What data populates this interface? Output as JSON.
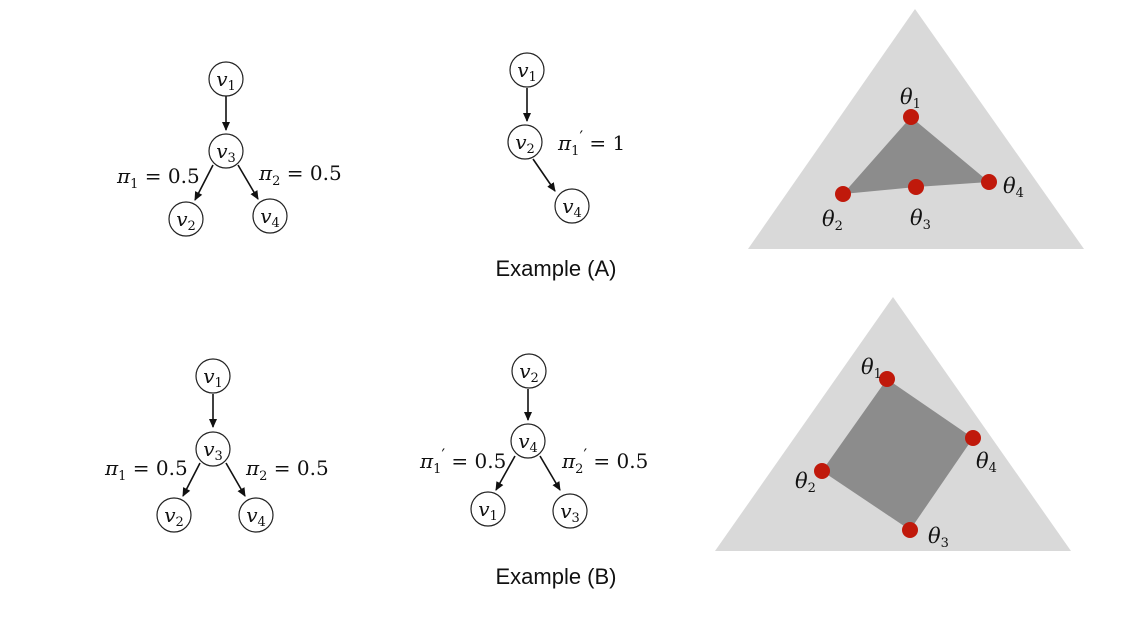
{
  "colors": {
    "triangle": "#d9d9d9",
    "polygon": "#8c8c8c",
    "point": "#c0190b"
  },
  "example_a": {
    "caption": "Example (A)",
    "tree1": {
      "root": {
        "sym": "v",
        "sub": "1"
      },
      "mid": {
        "sym": "v",
        "sub": "3"
      },
      "left": {
        "sym": "v",
        "sub": "2"
      },
      "right": {
        "sym": "v",
        "sub": "4"
      },
      "left_weight": {
        "sym": "π",
        "sub": "1",
        "rest": " = 0.5"
      },
      "right_weight": {
        "sym": "π",
        "sub": "2",
        "rest": " = 0.5"
      }
    },
    "tree2": {
      "root": {
        "sym": "v",
        "sub": "1"
      },
      "mid": {
        "sym": "v",
        "sub": "2"
      },
      "leaf": {
        "sym": "v",
        "sub": "4"
      },
      "weight": {
        "sym": "π",
        "sub": "1",
        "prime": "′",
        "rest": " = 1"
      }
    },
    "simplex": {
      "points": [
        {
          "sym": "θ",
          "sub": "1"
        },
        {
          "sym": "θ",
          "sub": "2"
        },
        {
          "sym": "θ",
          "sub": "3"
        },
        {
          "sym": "θ",
          "sub": "4"
        }
      ]
    }
  },
  "example_b": {
    "caption": "Example (B)",
    "tree1": {
      "root": {
        "sym": "v",
        "sub": "1"
      },
      "mid": {
        "sym": "v",
        "sub": "3"
      },
      "left": {
        "sym": "v",
        "sub": "2"
      },
      "right": {
        "sym": "v",
        "sub": "4"
      },
      "left_weight": {
        "sym": "π",
        "sub": "1",
        "rest": " = 0.5"
      },
      "right_weight": {
        "sym": "π",
        "sub": "2",
        "rest": " = 0.5"
      }
    },
    "tree2": {
      "root": {
        "sym": "v",
        "sub": "2"
      },
      "mid": {
        "sym": "v",
        "sub": "4"
      },
      "left": {
        "sym": "v",
        "sub": "1"
      },
      "right": {
        "sym": "v",
        "sub": "3"
      },
      "left_weight": {
        "sym": "π",
        "sub": "1",
        "prime": "′",
        "rest": " = 0.5"
      },
      "right_weight": {
        "sym": "π",
        "sub": "2",
        "prime": "′",
        "rest": " = 0.5"
      }
    },
    "simplex": {
      "points": [
        {
          "sym": "θ",
          "sub": "1"
        },
        {
          "sym": "θ",
          "sub": "2"
        },
        {
          "sym": "θ",
          "sub": "3"
        },
        {
          "sym": "θ",
          "sub": "4"
        }
      ]
    }
  }
}
